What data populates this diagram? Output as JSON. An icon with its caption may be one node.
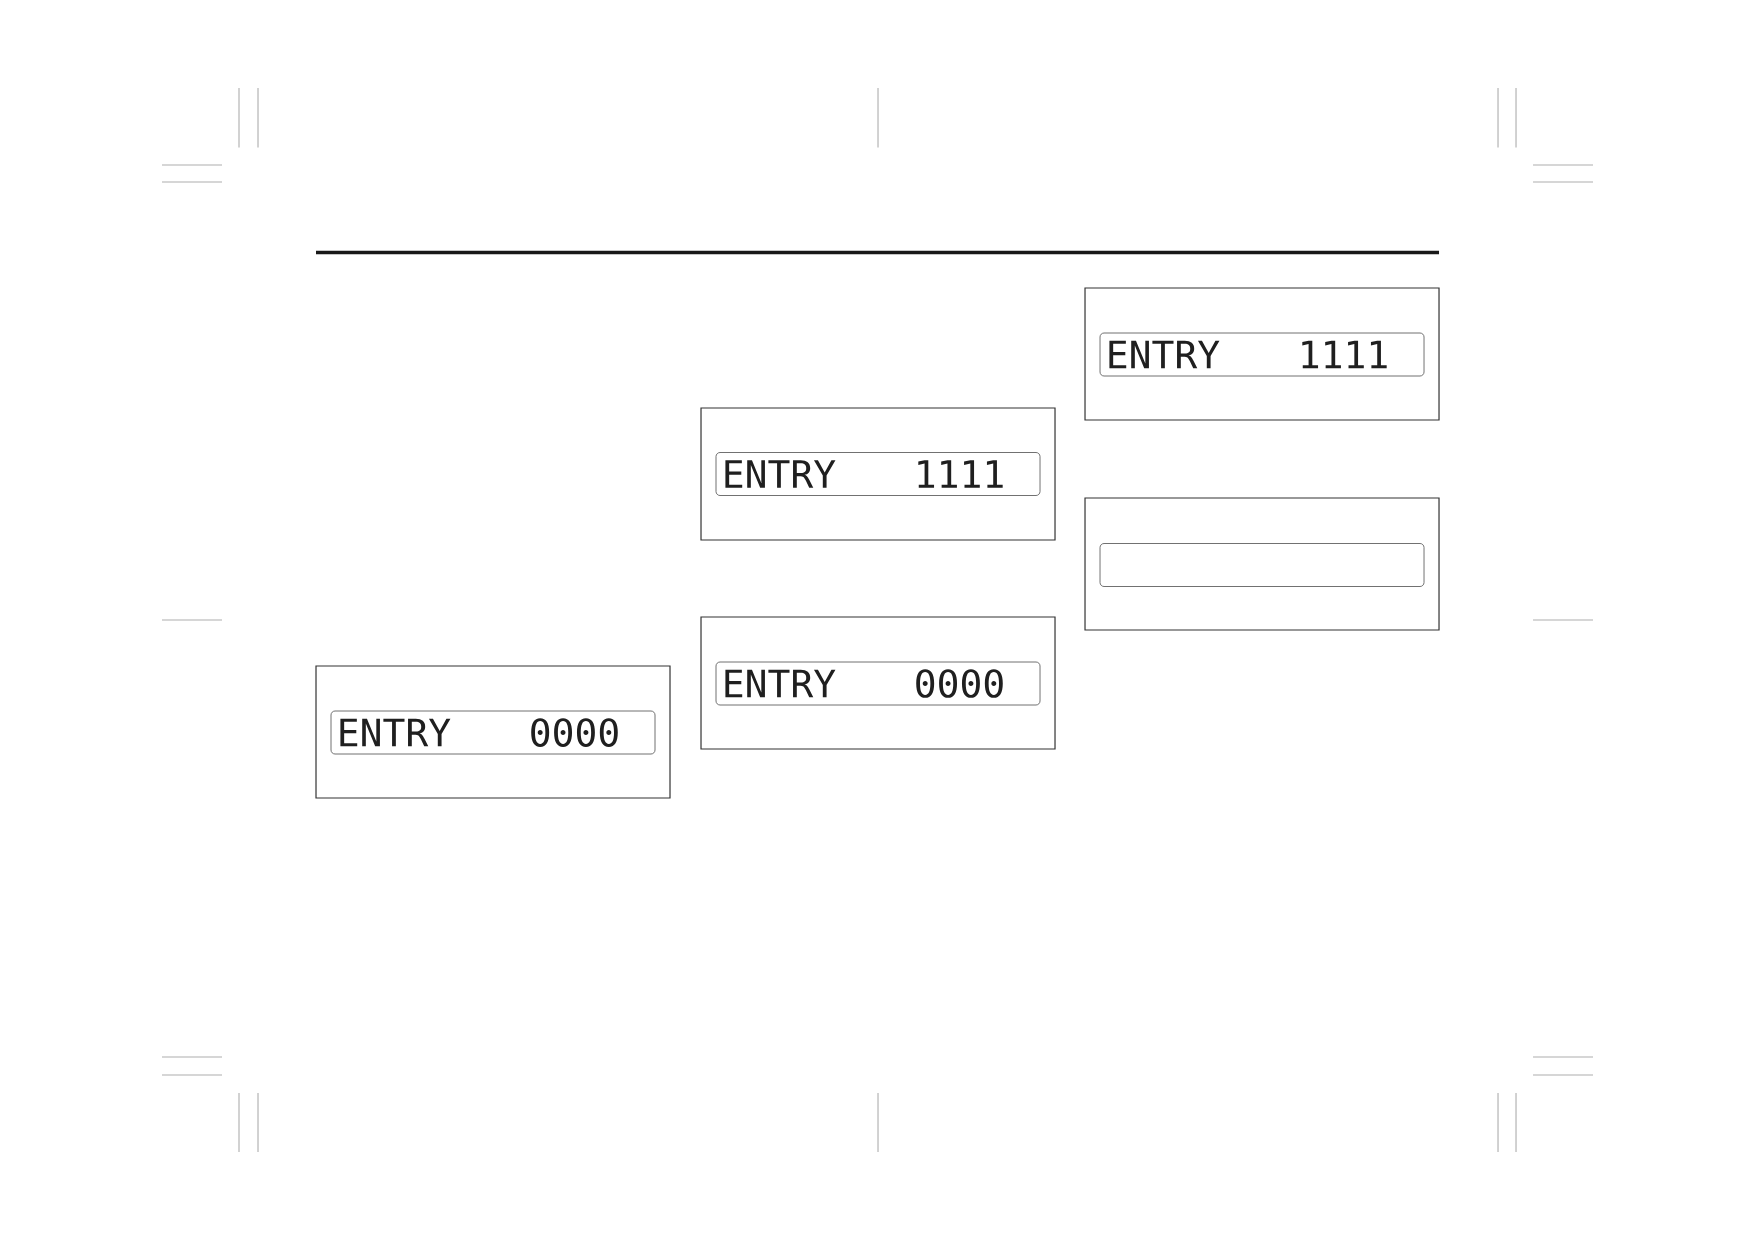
{
  "diagram": {
    "nodes": [
      {
        "text": [],
        "shape": "box"
      },
      {
        "text": [
          "ENTRY",
          "0000"
        ],
        "in": 0
      },
      {
        "text": [],
        "shape": "box"
      },
      {
        "text": [
          "ENTRY",
          "1111"
        ],
        "in": 2
      },
      {
        "text": [],
        "shape": "box"
      },
      {
        "text": [
          "ENTRY",
          "0000"
        ],
        "in": 4
      },
      {
        "text": [],
        "shape": "box"
      },
      {
        "text": [
          "ENTRY",
          "1111"
        ],
        "in": 6
      },
      {
        "text": [],
        "shape": "box"
      },
      {
        "text": [],
        "shape": "box",
        "in": 8
      }
    ]
  }
}
